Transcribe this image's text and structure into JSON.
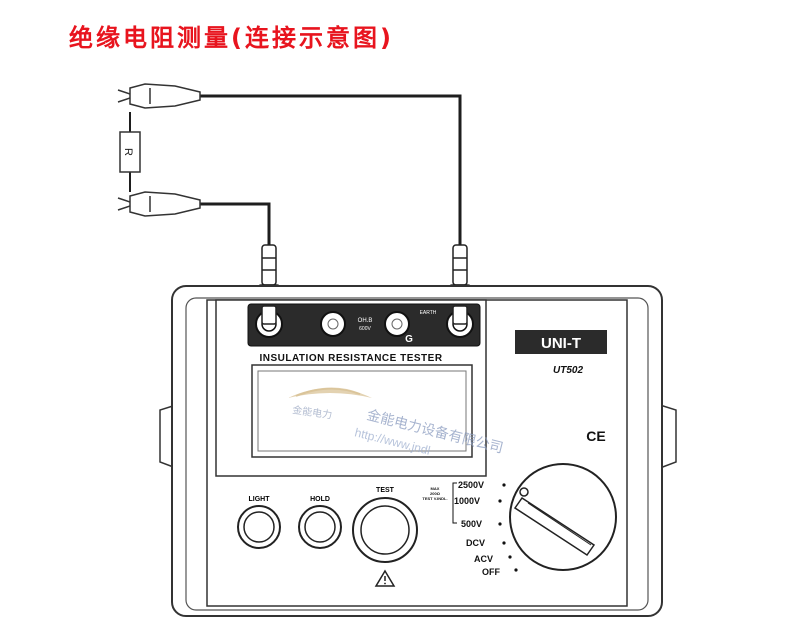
{
  "title": "绝缘电阻测量(连接示意图)",
  "resistor_symbol": "R",
  "terminal_labels": {
    "lcd_terminal": "OH.B",
    "lcd_terminal_sub": "600V",
    "g_terminal": "G",
    "earth_terminal": "EARTH"
  },
  "device": {
    "panel_label": "INSULATION RESISTANCE TESTER",
    "brand": "UNI-T",
    "model": "UT502",
    "ce_mark": "CE"
  },
  "buttons": {
    "light": "LIGHT",
    "hold": "HOLD",
    "test": "TEST"
  },
  "dial": {
    "note_lines": [
      "MAX",
      "200Ω",
      "TEST V.INDL."
    ],
    "positions": [
      "2500V",
      "1000V",
      "500V",
      "DCV",
      "ACV",
      "OFF"
    ]
  },
  "watermark": {
    "company": "金能电力设备有限公司",
    "url": "http://www.jndl",
    "logo_text": "金能电力"
  },
  "colors": {
    "title": "#e8141e",
    "outline": "#222222",
    "terminal_panel": "#2b2b2b",
    "watermark": "#8a9bbf"
  }
}
